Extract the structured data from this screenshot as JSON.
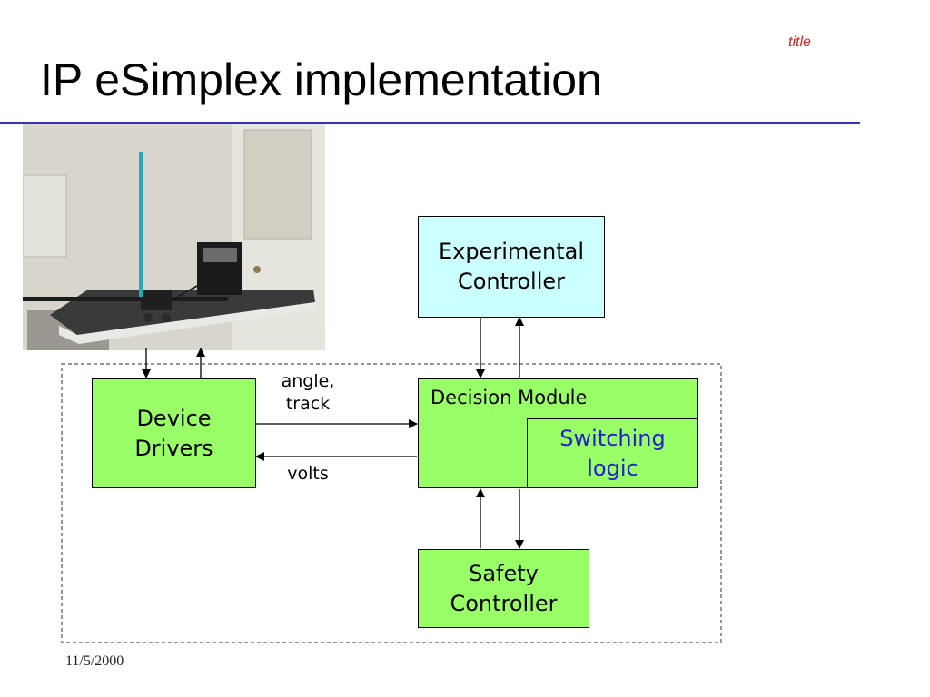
{
  "slide": {
    "title": "IP eSimplex implementation",
    "corner_tag": "title",
    "date": "11/5/2000"
  },
  "photo": {
    "icon": "inverted-pendulum-photo"
  },
  "colors": {
    "title_rule": "#3333bb",
    "corner_tag": "#d02020",
    "experimental_fill": "#ccffff",
    "module_fill": "#99ff66",
    "switching_text": "#2222cc"
  },
  "diagram": {
    "experimental_controller": "Experimental\nController",
    "decision_module": "Decision Module",
    "switching_logic": "Switching\nlogic",
    "device_drivers": "Device\nDrivers",
    "safety_controller": "Safety\nController",
    "edges": {
      "sensor_signal": "angle,\ntrack",
      "actuator_signal": "volts"
    }
  }
}
